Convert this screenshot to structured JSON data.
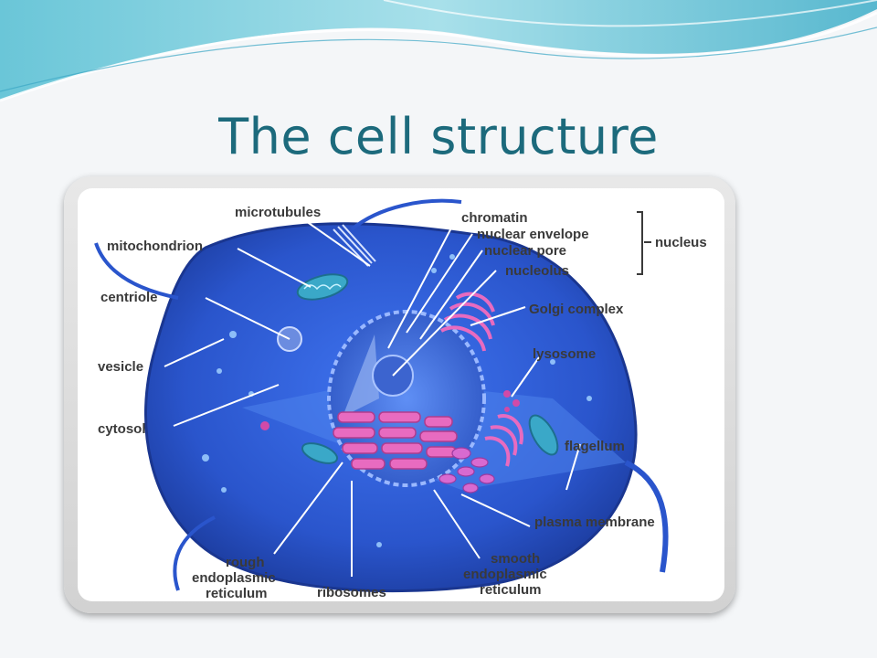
{
  "slide": {
    "title": "The cell structure"
  },
  "diagram": {
    "labels": {
      "microtubules": "microtubules",
      "mitochondrion": "mitochondrion",
      "centriole": "centriole",
      "vesicle": "vesicle",
      "cytosol": "cytosol",
      "chromatin": "chromatin",
      "nuclear_envelope": "nuclear envelope",
      "nuclear_pore": "nuclear pore",
      "nucleolus": "nucleolus",
      "nucleus": "nucleus",
      "golgi_complex": "Golgi complex",
      "lysosome": "lysosome",
      "flagellum": "flagellum",
      "plasma_membrane": "plasma membrane",
      "rough_er_line1": "rough",
      "rough_er_line2": "endoplasmic",
      "rough_er_line3": "reticulum",
      "ribosomes": "ribosomes",
      "smooth_er_line1": "smooth",
      "smooth_er_line2": "endoplasmic",
      "smooth_er_line3": "reticulum"
    }
  },
  "colors": {
    "title": "#1c6a7c",
    "cell": "#2f5fd6",
    "er": "#e86bc0",
    "label": "#3a3a3a"
  }
}
